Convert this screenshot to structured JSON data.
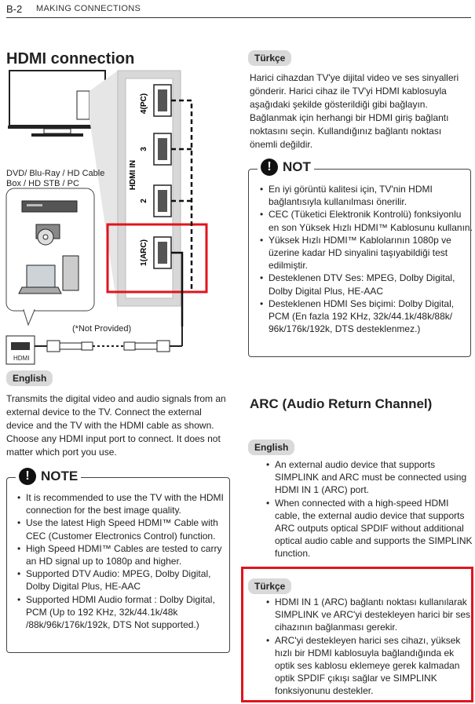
{
  "header": {
    "page": "B-2",
    "section": "MAKING CONNECTIONS"
  },
  "title": "HDMI connection",
  "diagram": {
    "source_label": "DVD/ Blu-Ray / HD Cable Box / HD STB / PC",
    "not_provided": "(*Not Provided)",
    "hdmi_label": "HDMI",
    "panel_label": "HDMI IN",
    "ports": [
      "4(PC)",
      "3",
      "2",
      "1(ARC)"
    ]
  },
  "left": {
    "english_badge": "English",
    "english_para": "Transmits the digital video and audio signals from an external device to the TV. Connect the external device and the TV with the HDMI cable as shown. Choose any HDMI input port to connect. It does not matter which port you use.",
    "note_title": "NOTE",
    "note_items": [
      "It is recommended to use the TV with the HDMI connection for the best image quality.",
      "Use the latest High Speed HDMI™ Cable with CEC (Customer Electronics Control) function.",
      "High Speed HDMI™ Cables are tested to carry an HD signal up to 1080p and higher.",
      "Supported DTV Audio: MPEG, Dolby Digital, Dolby Digital Plus, HE-AAC",
      "Supported HDMI Audio format : Dolby Digital, PCM (Up to 192 KHz, 32k/44.1k/48k /88k/96k/176k/192k, DTS Not supported.)"
    ]
  },
  "right": {
    "turkce_badge": "Türkçe",
    "turkce_para": "Harici cihazdan TV'ye dijital video ve ses sinyalleri gönderir. Harici cihaz ile TV'yi HDMI kablosuyla aşağıdaki şekilde gösterildiği gibi bağlayın. Bağlanmak için herhangi bir HDMI giriş bağlantı noktasını seçin. Kullandığınız bağlantı noktası önemli değildir.",
    "not_title": "NOT",
    "not_items": [
      "En iyi görüntü kalitesi için, TV'nin HDMI bağlantısıyla kullanılması önerilir.",
      "CEC (Tüketici Elektronik Kontrolü) fonksiyonlu en son Yüksek Hızlı HDMI™ Kablosunu kullanın.",
      "Yüksek Hızlı HDMI™ Kablolarının 1080p ve üzerine kadar HD sinyalini taşıyabildiği test edilmiştir.",
      "Desteklenen DTV Ses: MPEG, Dolby Digital, Dolby Digital Plus, HE-AAC",
      "Desteklenen HDMI Ses biçimi: Dolby Digital, PCM (En fazla 192 KHz, 32k/44.1k/48k/88k/ 96k/176k/192k, DTS desteklenmez.)"
    ],
    "arc_title": "ARC (Audio Return Channel)",
    "arc_english_badge": "English",
    "arc_english_items": [
      "An external audio device that supports SIMPLINK and ARC must be connected using HDMI IN 1 (ARC) port.",
      "When connected with a high-speed HDMI cable, the external audio device that supports ARC outputs optical SPDIF without additional optical audio cable and supports the SIMPLINK function."
    ],
    "arc_turkce_badge": "Türkçe",
    "arc_turkce_items": [
      "HDMI IN 1 (ARC) bağlantı noktası kullanılarak SIMPLINK ve ARC'yi destekleyen harici bir ses cihazının bağlanması gerekir.",
      "ARC'yi destekleyen harici ses cihazı, yüksek hızlı bir HDMI kablosuyla bağlandığında ek optik ses kablosu eklemeye gerek kalmadan optik SPDIF çıkışı sağlar ve SIMPLINK fonksiyonunu destekler."
    ]
  },
  "colors": {
    "highlight": "#e0141e",
    "badge": "#d9d9d9"
  }
}
